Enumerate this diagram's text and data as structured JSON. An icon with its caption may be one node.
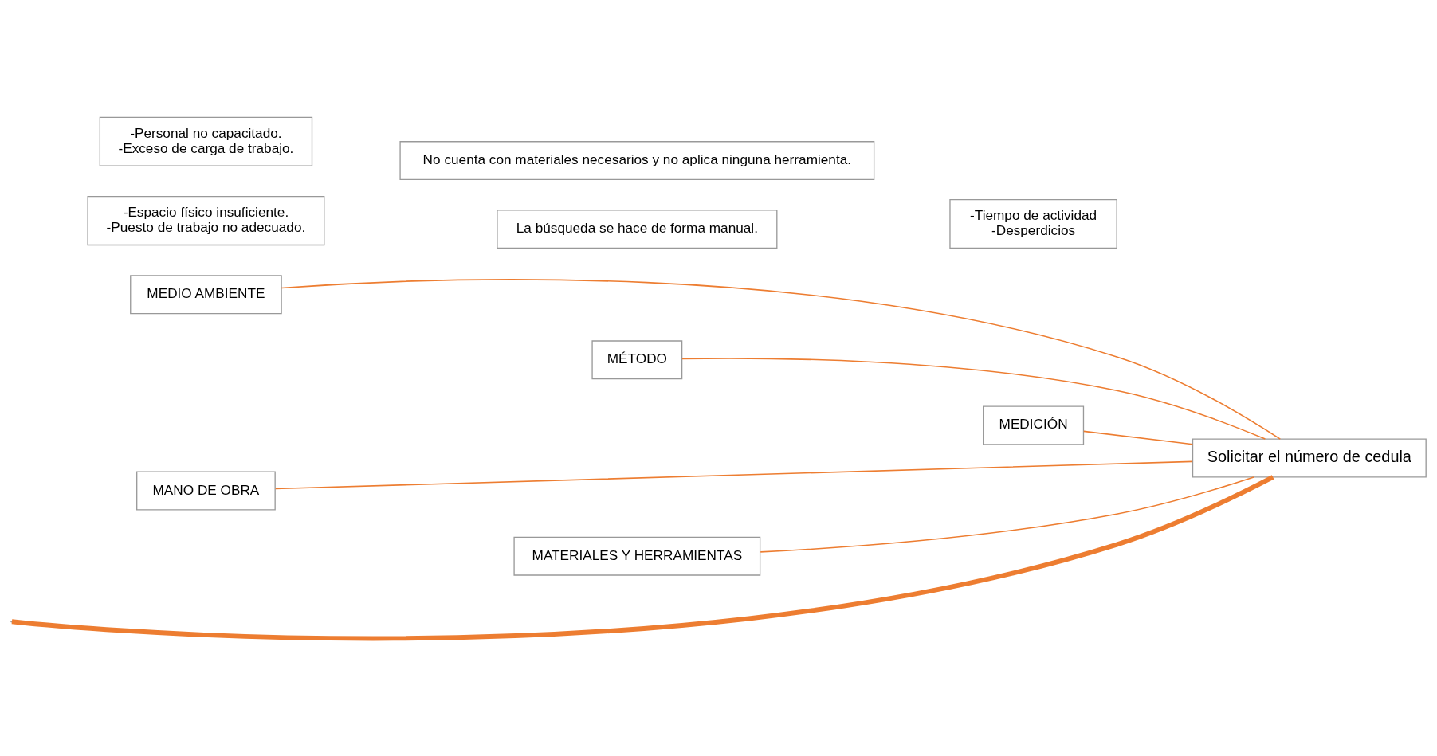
{
  "diagram": {
    "nodes": [
      {
        "text": [
          "MEDIO AMBIENTE"
        ]
      },
      {
        "text": [
          "MÉTODO"
        ]
      },
      {
        "text": [
          "MEDICIÓN"
        ]
      },
      {
        "text": [
          "-Espacio físico insuficiente.",
          "-Puesto de trabajo no adecuado."
        ]
      },
      {
        "text": [
          "La búsqueda se hace de forma manual."
        ]
      },
      {
        "text": [
          "-Tiempo de actividad",
          "-Desperdicios"
        ]
      },
      {
        "text": [
          "Solicitar el número de cedula"
        ]
      },
      {
        "text": [
          "-Personal no capacitado.",
          "-Exceso de carga de trabajo."
        ]
      },
      {
        "text": [
          "No cuenta con materiales necesarios y no aplica ninguna herramienta."
        ]
      },
      {
        "text": [
          "MANO DE OBRA"
        ]
      },
      {
        "text": [
          "MATERIALES Y HERRAMIENTAS"
        ]
      }
    ],
    "edges": [
      {
        "from": 0,
        "to": 6,
        "arrow": "none",
        "color": "#ed7d31"
      },
      {
        "from": 1,
        "to": 6,
        "arrow": "none",
        "color": "#ed7d31"
      },
      {
        "from": 2,
        "to": 6,
        "arrow": "none",
        "color": "#ed7d31"
      },
      {
        "from": 9,
        "to": 6,
        "arrow": "none",
        "color": "#ed7d31"
      },
      {
        "from": 10,
        "to": 6,
        "arrow": "none",
        "color": "#ed7d31"
      },
      {
        "from": null,
        "to": 6,
        "arrow": "none",
        "color": "#ed7d31",
        "style": "thick"
      }
    ]
  }
}
